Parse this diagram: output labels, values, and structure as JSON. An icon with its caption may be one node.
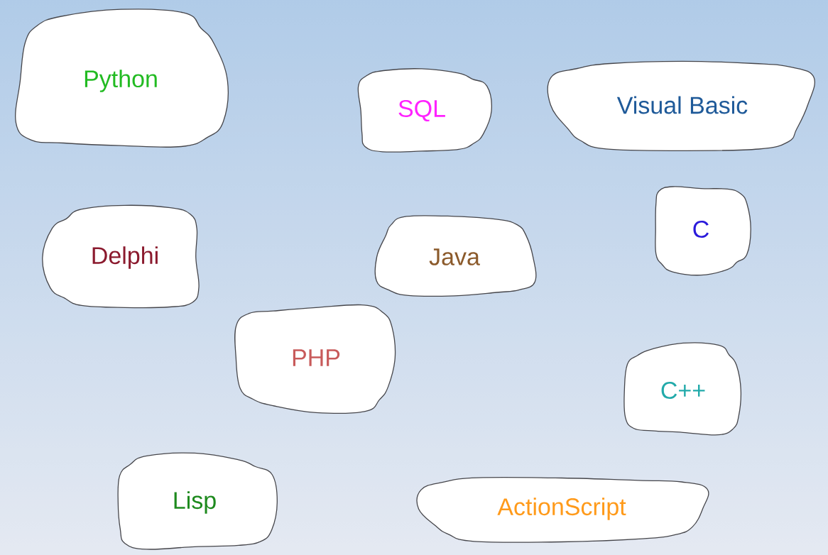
{
  "diagram": {
    "nodes": [
      {
        "text": [
          "Python"
        ]
      },
      {
        "text": [
          "SQL"
        ]
      },
      {
        "text": [
          "Visual Basic"
        ]
      },
      {
        "text": [
          "Delphi"
        ]
      },
      {
        "text": [
          "Java"
        ]
      },
      {
        "text": [
          "C"
        ]
      },
      {
        "text": [
          "PHP"
        ]
      },
      {
        "text": [
          "C++"
        ]
      },
      {
        "text": [
          "Lisp"
        ]
      },
      {
        "text": [
          "ActionScript"
        ]
      }
    ]
  }
}
